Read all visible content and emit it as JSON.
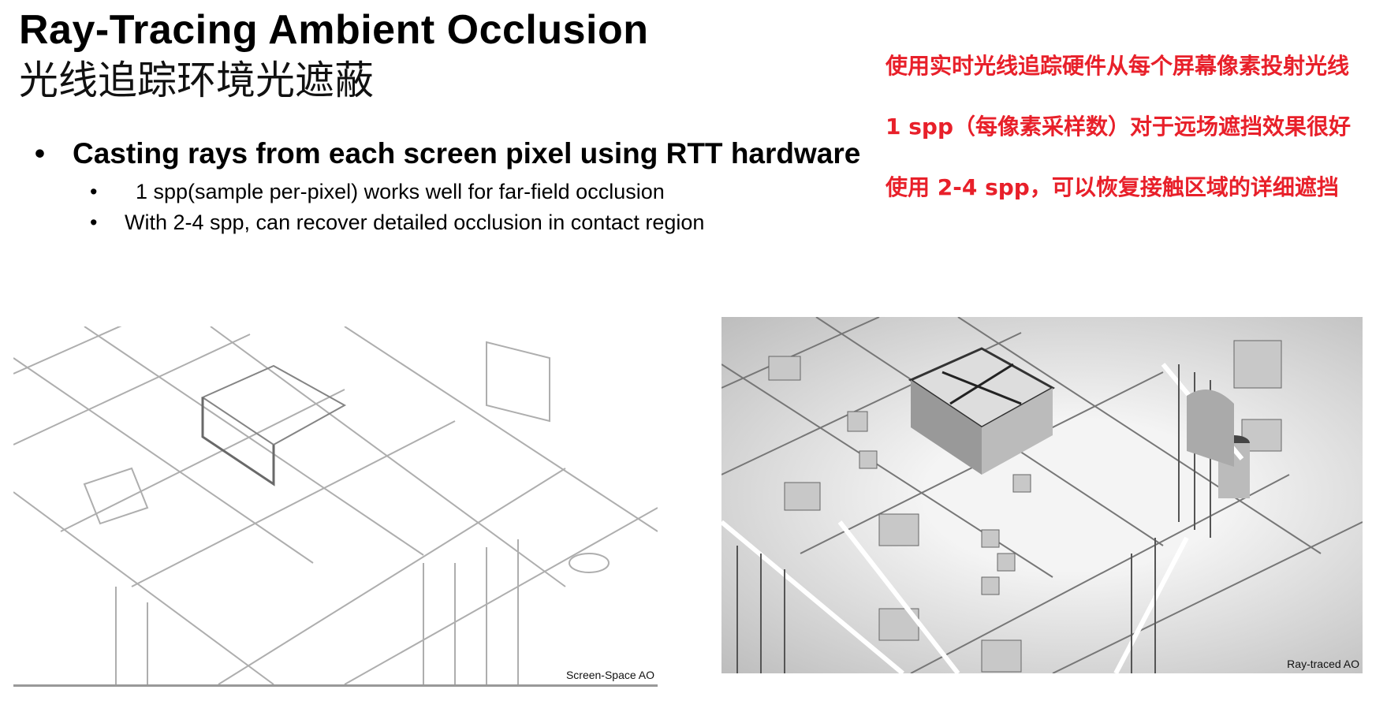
{
  "slide": {
    "title": "Ray-Tracing Ambient Occlusion",
    "subtitle": "光线追踪环境光遮蔽",
    "bullet_main": "Casting rays from each screen pixel using RTT hardware",
    "sub_bullets": [
      "1 spp(sample per-pixel) works well for far-field occlusion",
      "With 2-4 spp, can recover detailed occlusion in contact region"
    ],
    "bullet_symbol": "•",
    "annotations": [
      "使用实时光线追踪硬件从每个屏幕像素投射光线",
      "1 spp（每像素采样数）对于远场遮挡效果很好",
      "使用 2-4 spp，可以恢复接触区域的详细遮挡"
    ],
    "images": [
      {
        "caption": "Screen-Space AO"
      },
      {
        "caption": "Ray-traced AO"
      }
    ]
  },
  "colors": {
    "annotation": "#e8202a"
  }
}
